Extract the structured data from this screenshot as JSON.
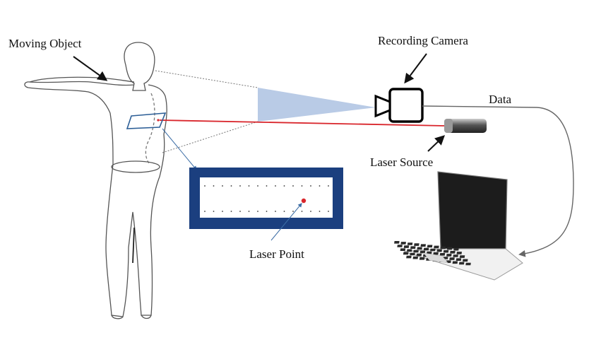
{
  "labels": {
    "moving_object": "Moving Object",
    "recording_camera": "Recording Camera",
    "data": "Data",
    "laser_source": "Laser Source",
    "laser_point": "Laser Point"
  },
  "colors": {
    "beam": "#d9262c",
    "view_cone": "#b9cbe6",
    "frame": "#1b3f7f",
    "outline": "#555555",
    "text": "#111111"
  }
}
